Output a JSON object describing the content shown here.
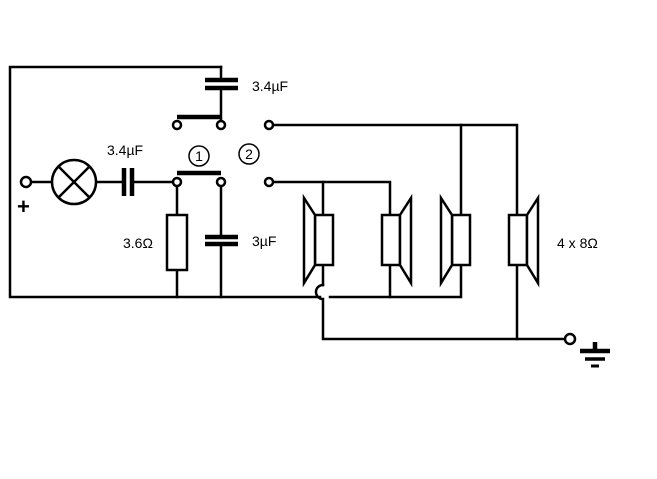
{
  "labels": {
    "cap_top": "3.4µF",
    "cap_left": "3.4µF",
    "cap_mid": "3µF",
    "resistor": "3.6Ω",
    "speakers": "4 x 8Ω",
    "plus": "+",
    "switch_pos_1": "1",
    "switch_pos_2": "2"
  }
}
